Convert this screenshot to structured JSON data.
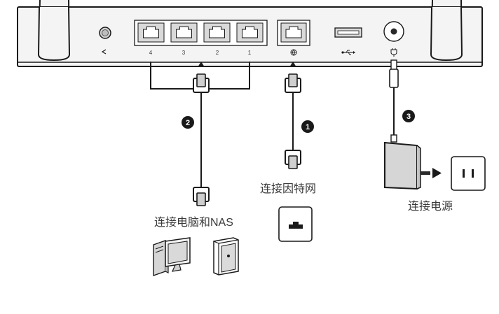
{
  "ports": {
    "lan_numbers": [
      "4",
      "3",
      "2",
      "1"
    ]
  },
  "steps": [
    {
      "number": "1",
      "label": "连接因特网"
    },
    {
      "number": "2",
      "label": "连接电脑和NAS"
    },
    {
      "number": "3",
      "label": "连接电源"
    }
  ],
  "colors": {
    "line": "#1a1a1a",
    "router_body": "#f4f4f4",
    "port_fill": "#d9d9d9",
    "step_badge": "#1a1a1a"
  },
  "icons": {
    "reset": "reset-arrow-icon",
    "wan": "globe-icon",
    "usb": "usb-icon",
    "power": "power-plug-icon"
  }
}
